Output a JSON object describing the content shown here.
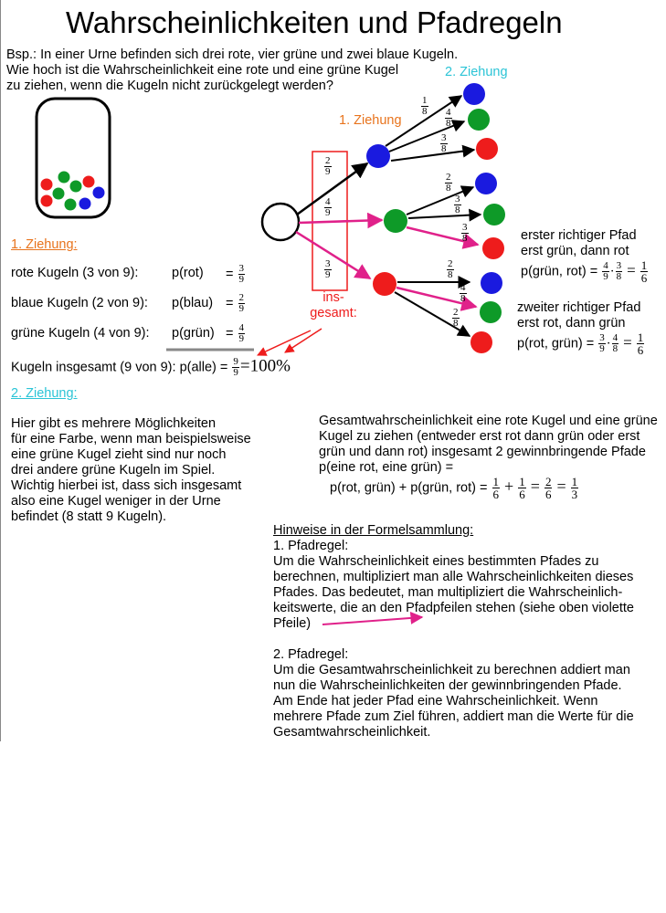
{
  "title": "Wahrscheinlichkeiten und Pfadregeln",
  "intro": [
    "Bsp.: In einer Urne befinden sich drei rote, vier grüne und zwei blaue Kugeln.",
    "Wie hoch ist die Wahrscheinlichkeit eine rote und eine grüne Kugel",
    "zu ziehen, wenn die Kugeln nicht zurückgelegt werden?"
  ],
  "colors": {
    "red": "#ee1c1c",
    "green": "#0e9a28",
    "blue": "#1a1adf",
    "orange": "#e8731c",
    "cyan": "#2bc4d6",
    "magenta": "#e0218a"
  },
  "tree": {
    "label_first": "1. Ziehung",
    "label_second": "2. Ziehung",
    "box_label": [
      "ins-",
      "gesamt:"
    ],
    "first": [
      {
        "color": "blue",
        "fraction": [
          "2",
          "9"
        ]
      },
      {
        "color": "green",
        "fraction": [
          "4",
          "9"
        ]
      },
      {
        "color": "red",
        "fraction": [
          "3",
          "9"
        ]
      }
    ],
    "second_blue": [
      {
        "color": "blue",
        "fraction": [
          "1",
          "8"
        ]
      },
      {
        "color": "green",
        "fraction": [
          "4",
          "8"
        ]
      },
      {
        "color": "red",
        "fraction": [
          "3",
          "8"
        ]
      }
    ],
    "second_green": [
      {
        "color": "blue",
        "fraction": [
          "2",
          "8"
        ]
      },
      {
        "color": "green",
        "fraction": [
          "3",
          "8"
        ]
      },
      {
        "color": "red",
        "fraction": [
          "3",
          "8"
        ]
      }
    ],
    "second_red": [
      {
        "color": "blue",
        "fraction": [
          "2",
          "8"
        ]
      },
      {
        "color": "green",
        "fraction": [
          "4",
          "8"
        ]
      },
      {
        "color": "red",
        "fraction": [
          "2",
          "8"
        ]
      }
    ]
  },
  "path1": {
    "line1": "erster richtiger Pfad",
    "line2": "erst grün, dann rot",
    "formula_label": "p(grün, rot) =",
    "f1": [
      "4",
      "9"
    ],
    "f2": [
      "3",
      "8"
    ],
    "result": [
      "1",
      "6"
    ]
  },
  "path2": {
    "line1": "zweiter richtiger Pfad",
    "line2": "erst rot, dann grün",
    "formula_label": "p(rot, grün) =",
    "f1": [
      "3",
      "9"
    ],
    "f2": [
      "4",
      "8"
    ],
    "result": [
      "1",
      "6"
    ]
  },
  "first_draw": {
    "heading": "1. Ziehung:",
    "rows": [
      {
        "label": "rote Kugeln (3 von 9):",
        "p": "p(rot)",
        "fraction": [
          "3",
          "9"
        ]
      },
      {
        "label": "blaue Kugeln (2 von 9):",
        "p": "p(blau)",
        "fraction": [
          "2",
          "9"
        ]
      },
      {
        "label": "grüne Kugeln (4 von 9):",
        "p": "p(grün)",
        "fraction": [
          "4",
          "9"
        ]
      }
    ],
    "total_label": "Kugeln insgesamt (9 von 9): p(alle)",
    "total_fraction": [
      "9",
      "9"
    ],
    "total_value": "100%"
  },
  "second_draw": {
    "heading": "2. Ziehung:",
    "lines": [
      "Hier gibt es mehrere Möglichkeiten",
      "für eine Farbe, wenn man beispielsweise",
      "eine grüne Kugel zieht sind nur noch",
      "drei andere grüne Kugeln im Spiel.",
      "Wichtig hierbei ist, dass sich insgesamt",
      "also eine Kugel weniger in der Urne",
      "befindet (8 statt 9 Kugeln)."
    ]
  },
  "total": {
    "lines": [
      "Gesamtwahrscheinlichkeit eine rote Kugel und eine grüne",
      "Kugel zu ziehen (entweder erst rot dann grün oder erst",
      "grün und dann rot) insgesamt 2 gewinnbringende Pfade",
      "p(eine rot, eine grün) ="
    ],
    "formula_label": "p(rot, grün) + p(grün, rot) =",
    "a": [
      "1",
      "6"
    ],
    "b": [
      "1",
      "6"
    ],
    "c": [
      "2",
      "6"
    ],
    "d": [
      "1",
      "3"
    ]
  },
  "hints": {
    "heading": "Hinweise in der Formelsammlung:",
    "rule1_title": "1. Pfadregel:",
    "rule1_lines": [
      "Um die Wahrscheinlichkeit eines bestimmten Pfades zu",
      "berechnen, multipliziert man alle Wahrscheinlichkeiten dieses",
      "Pfades. Das bedeutet, man multipliziert die Wahrscheinlich-",
      "keitswerte, die an den Pfadpfeilen stehen (siehe oben violette",
      "Pfeile)"
    ],
    "rule2_title": "2. Pfadregel:",
    "rule2_lines": [
      "Um die Gesamtwahrscheinlichkeit zu berechnen addiert man",
      "nun die Wahrscheinlichkeiten der gewinnbringenden Pfade.",
      "Am Ende hat jeder Pfad eine Wahrscheinlichkeit. Wenn",
      "mehrere Pfade zum Ziel führen, addiert man die Werte für die",
      "Gesamtwahrscheinlichkeit."
    ]
  }
}
